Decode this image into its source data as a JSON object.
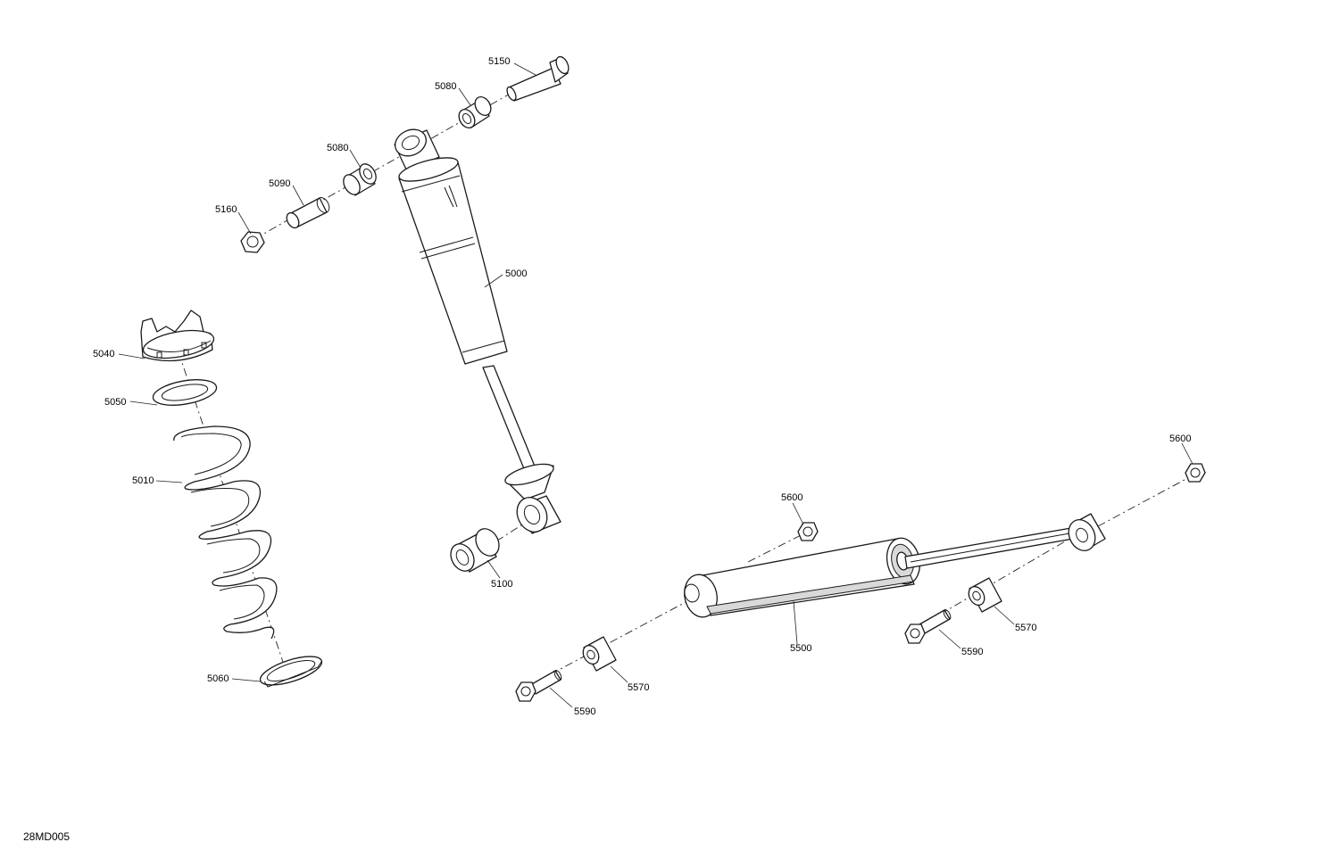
{
  "callouts": {
    "c5150": "5150",
    "c5080a": "5080",
    "c5080b": "5080",
    "c5090": "5090",
    "c5160": "5160",
    "c5000": "5000",
    "c5040": "5040",
    "c5050": "5050",
    "c5010": "5010",
    "c5060": "5060",
    "c5100": "5100",
    "c5600a": "5600",
    "c5600b": "5600",
    "c5500": "5500",
    "c5570a": "5570",
    "c5570b": "5570",
    "c5590a": "5590",
    "c5590b": "5590"
  },
  "drawing_id": "28MD005"
}
